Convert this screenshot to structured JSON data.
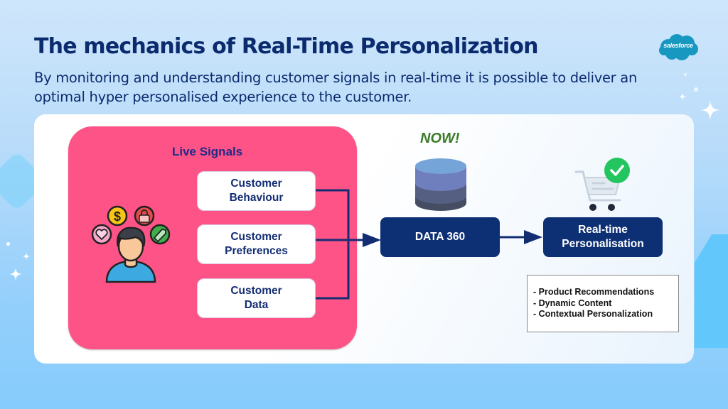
{
  "header": {
    "title": "The mechanics of Real-Time Personalization",
    "subtitle": "By monitoring and understanding customer signals in real-time it is possible to deliver an optimal hyper personalised experience to the customer.",
    "logo_text": "salesforce"
  },
  "diagram": {
    "live_signals": {
      "title": "Live Signals",
      "items": [
        {
          "label": "Customer\nBehaviour"
        },
        {
          "label": "Customer\nPreferences"
        },
        {
          "label": "Customer\nData"
        }
      ]
    },
    "now_label": "NOW!",
    "data_node": {
      "label": "DATA 360"
    },
    "output_node": {
      "label": "Real-time\nPersonalisation"
    },
    "outcomes": [
      "- Product Recommendations",
      "- Dynamic Content",
      "- Contextual Personalization"
    ],
    "icons": {
      "customer": "customer-with-signals-icon",
      "database": "database-icon",
      "cart": "shopping-cart-check-icon"
    }
  },
  "colors": {
    "title": "#0b2b6e",
    "signals_bg": "#fe5386",
    "navy": "#0d2f73",
    "now_green": "#3b7b25",
    "check_green": "#22c55e",
    "salesforce_blue": "#1798c1"
  }
}
